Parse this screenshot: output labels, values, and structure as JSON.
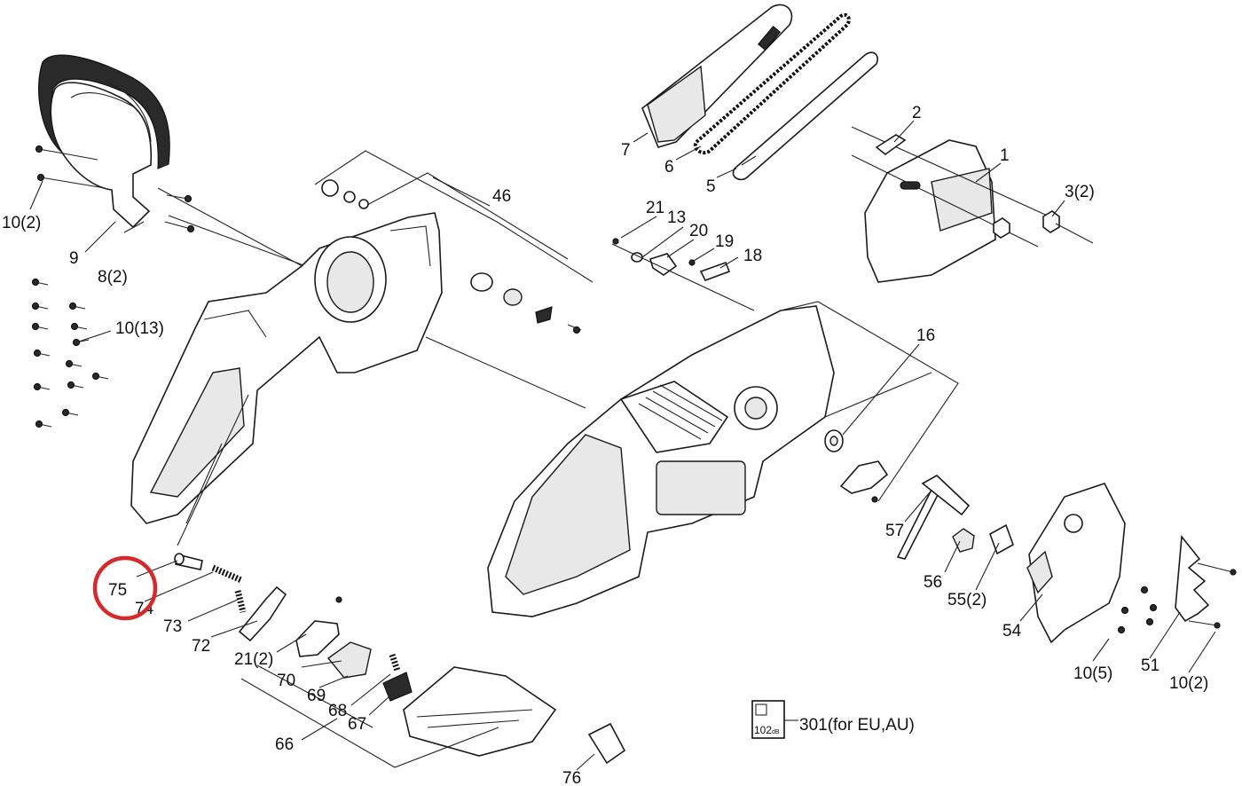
{
  "labels": {
    "p1": "1",
    "p2": "2",
    "p3": "3(2)",
    "p5": "5",
    "p6": "6",
    "p7": "7",
    "p8": "8(2)",
    "p9": "9",
    "p10a": "10(2)",
    "p10b": "10(13)",
    "p10c": "10(5)",
    "p10d": "10(2)",
    "p13": "13",
    "p16": "16",
    "p18": "18",
    "p19": "19",
    "p20": "20",
    "p21a": "21",
    "p21b": "21(2)",
    "p46": "46",
    "p51": "51",
    "p54": "54",
    "p55": "55(2)",
    "p56": "56",
    "p57": "57",
    "p66": "66",
    "p67": "67",
    "p68": "68",
    "p69": "69",
    "p70": "70",
    "p72": "72",
    "p73": "73",
    "p74": "74",
    "p75": "75",
    "p76": "76",
    "p301": "301(for EU,AU)"
  },
  "noise_label": {
    "value": "102",
    "unit": "dB"
  },
  "highlight": {
    "part": "75",
    "color": "#d42a2a"
  }
}
